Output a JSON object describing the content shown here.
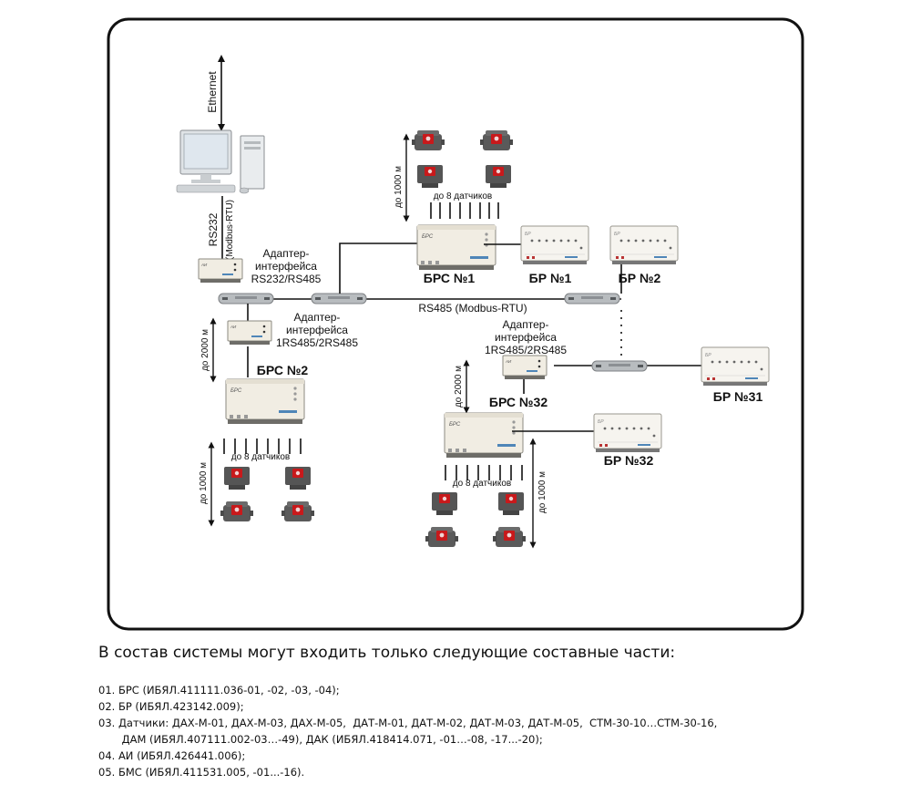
{
  "labels": {
    "ethernet": "Ethernet",
    "rs232": "RS232",
    "modbus_rtu_paren": "(Modbus-RTU)",
    "adapter_main_line1": "Адаптер-",
    "adapter_main_line2": "интерфейса",
    "adapter_main_line3": "RS232/RS485",
    "adapter_left_line1": "Адаптер-",
    "adapter_left_line2": "интерфейса",
    "adapter_left_line3": "1RS485/2RS485",
    "adapter_right_line1": "Адаптер-",
    "adapter_right_line2": "интерфейса",
    "adapter_right_line3": "1RS485/2RS485",
    "bus": "RS485 (Modbus-RTU)",
    "brs1": "БРС №1",
    "br1": "БР №1",
    "br2": "БР №2",
    "brs2": "БРС №2",
    "brs32": "БРС №32",
    "br31": "БР №31",
    "br32": "БР №32",
    "up_to_1000_top": "до 1000 м",
    "up_to_1000_left": "до 1000 м",
    "up_to_1000_right": "до 1000 м",
    "up_to_2000_left": "до 2000 м",
    "up_to_2000_right": "до 2000 м",
    "up_to_8_top": "до 8 датчиков",
    "up_to_8_left": "до 8 датчиков",
    "up_to_8_right": "до 8 датчиков",
    "device_brs_text": "БРС",
    "device_br_text": "БР"
  },
  "footer": {
    "title": "В состав системы могут входить только следующие составные части:",
    "items": [
      "01. БРС (ИБЯЛ.411111.036-01, -02, -03, -04);",
      "02. БР (ИБЯЛ.423142.009);",
      "03. Датчики: ДАХ-М-01, ДАХ-М-03, ДАХ-М-05,  ДАТ-М-01, ДАТ-М-02, ДАТ-М-03, ДАТ-М-05,  СТМ-30-10…СТМ-30-16,",
      "       ДАМ (ИБЯЛ.407111.002-03…-49), ДАК (ИБЯЛ.418414.071, -01…-08, -17...-20);",
      "04. АИ (ИБЯЛ.426441.006);",
      "05. БМС (ИБЯЛ.411531.005, -01...-16)."
    ]
  },
  "colors": {
    "frame": "#111111",
    "device_body": "#f1ede3",
    "device_body_br": "#f6f4ef",
    "sensor_body": "#5a5a5a",
    "sensor_led": "#c8191b",
    "adapter_body": "#b8bcbf",
    "pc_screen": "#dfe7ee"
  },
  "icons": {
    "computer": "computer-icon",
    "sensor": "gas-sensor-icon",
    "arrow": "double-arrow-icon"
  }
}
